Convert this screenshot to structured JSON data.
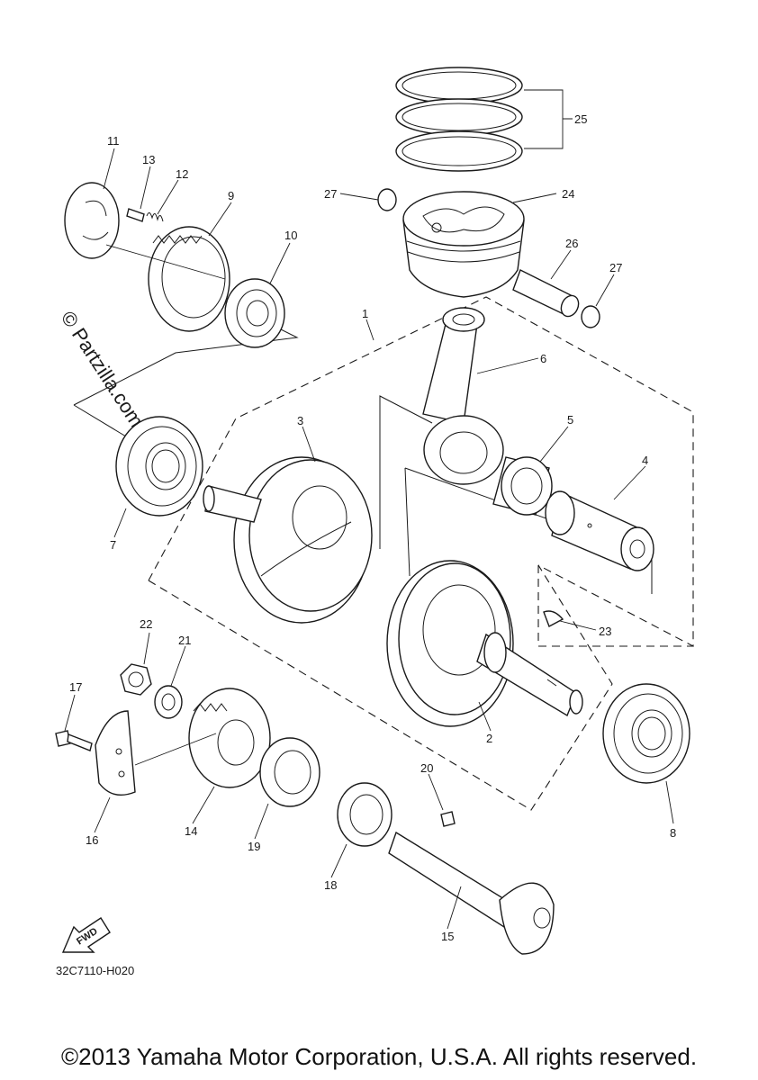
{
  "callouts": {
    "c1": "1",
    "c2": "2",
    "c3": "3",
    "c4": "4",
    "c5": "5",
    "c6": "6",
    "c7": "7",
    "c8": "8",
    "c9": "9",
    "c10": "10",
    "c11": "11",
    "c12": "12",
    "c13": "13",
    "c14": "14",
    "c15": "15",
    "c16": "16",
    "c17": "17",
    "c18": "18",
    "c19": "19",
    "c20": "20",
    "c21": "21",
    "c22": "22",
    "c23": "23",
    "c24": "24",
    "c25": "25",
    "c26": "26",
    "c27a": "27",
    "c27b": "27"
  },
  "watermark": "© Partzilla.com",
  "fwd_label": "FWD",
  "diagram_code": "32C7110-H020",
  "copyright": "©2013 Yamaha Motor Corporation, U.S.A. All rights reserved."
}
